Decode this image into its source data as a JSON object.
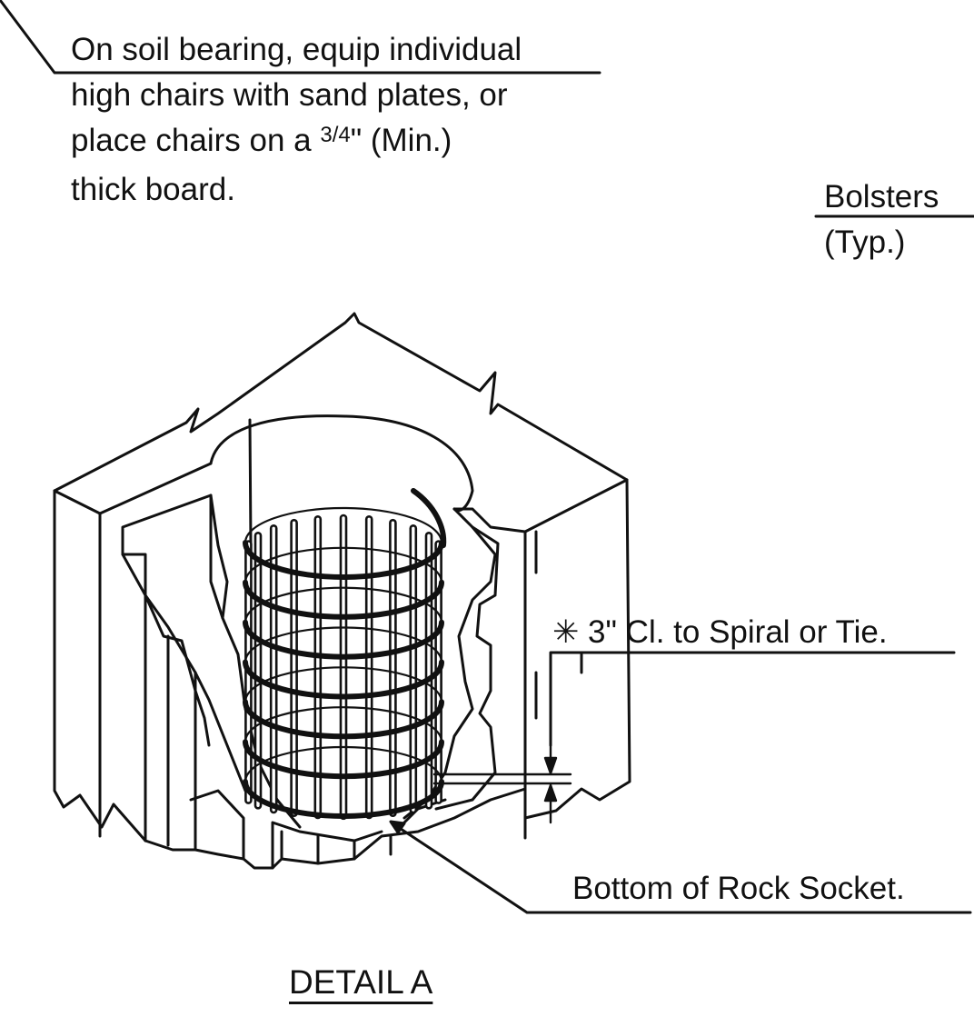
{
  "notes": {
    "soil_bearing": [
      "On soil bearing, equip individual",
      "high chairs with sand plates, or",
      "place chairs on a",
      "3/4",
      "\" (Min.)",
      "thick board."
    ],
    "bolsters": [
      "Bolsters",
      "(Typ.)"
    ],
    "clearance": "✳ 3\" Cl. to Spiral or Tie.",
    "bottom": "Bottom of Rock Socket."
  },
  "detail_title": "DETAIL A",
  "colors": {
    "ink": "#111111",
    "background": "#ffffff"
  }
}
